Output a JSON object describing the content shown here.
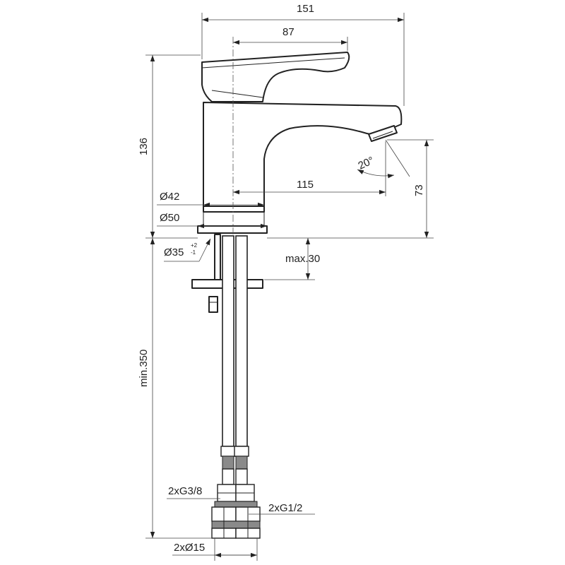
{
  "drawing": {
    "dimensions": {
      "overall_width": "151",
      "handle_width": "87",
      "overall_height": "136",
      "spout_reach": "115",
      "spout_height": "73",
      "angle": "20°",
      "body_diameter": "Ø42",
      "base_diameter": "Ø50",
      "hole_diameter": "Ø35",
      "hole_tol_upper": "+2",
      "hole_tol_lower": "-1",
      "max_thickness": "max.30",
      "hose_length": "min.350",
      "thread_large": "2xG3/8",
      "thread_small": "2xG1/2",
      "hose_diameter": "2xØ15"
    }
  }
}
